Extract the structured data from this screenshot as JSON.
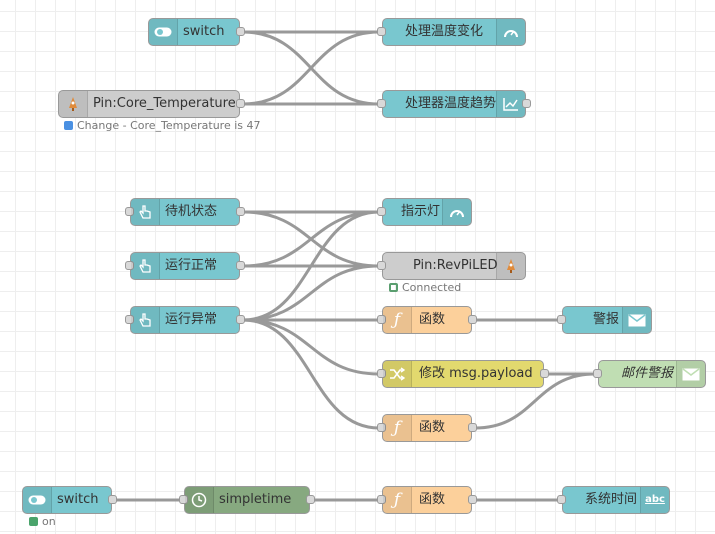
{
  "nodes": {
    "switch1": {
      "label": "switch",
      "icon": "toggle-icon"
    },
    "pin_core": {
      "label": "Pin:Core_Temperature",
      "icon": "pin-icon",
      "status": "Change - Core_Temperature is 47",
      "status_color": "#4a90e2"
    },
    "gauge_temp": {
      "label": "处理温度变化",
      "icon": "gauge-icon"
    },
    "chart_temp": {
      "label": "处理器温度趋势",
      "icon": "chart-icon"
    },
    "btn_standby": {
      "label": "待机状态",
      "icon": "hand-pointer-icon"
    },
    "btn_normal": {
      "label": "运行正常",
      "icon": "hand-pointer-icon"
    },
    "btn_abnormal": {
      "label": "运行异常",
      "icon": "hand-pointer-icon"
    },
    "gauge_led": {
      "label": "指示灯",
      "icon": "gauge-icon"
    },
    "pin_led": {
      "label": "Pin:RevPiLED",
      "icon": "pin-icon",
      "status": "Connected",
      "status_color": "#5a9e6f"
    },
    "fn1": {
      "label": "函数",
      "icon": "function-icon"
    },
    "alarm": {
      "label": "警报",
      "icon": "envelope-icon"
    },
    "change": {
      "label": "修改 msg.payload",
      "icon": "shuffle-icon"
    },
    "email": {
      "label": "邮件警报",
      "icon": "envelope-icon"
    },
    "fn2": {
      "label": "函数",
      "icon": "function-icon"
    },
    "switch2": {
      "label": "switch",
      "icon": "toggle-icon",
      "status": "on",
      "status_color": "#4aa36b"
    },
    "simpletime": {
      "label": "simpletime",
      "icon": "clock-icon"
    },
    "fn3": {
      "label": "函数",
      "icon": "function-icon"
    },
    "systime": {
      "label": "系统时间",
      "icon": "text-abc-icon"
    }
  },
  "wires": [
    [
      "switch1",
      "gauge_temp"
    ],
    [
      "switch1",
      "chart_temp"
    ],
    [
      "pin_core",
      "gauge_temp"
    ],
    [
      "pin_core",
      "chart_temp"
    ],
    [
      "btn_standby",
      "gauge_led"
    ],
    [
      "btn_standby",
      "pin_led"
    ],
    [
      "btn_normal",
      "gauge_led"
    ],
    [
      "btn_normal",
      "pin_led"
    ],
    [
      "btn_abnormal",
      "gauge_led"
    ],
    [
      "btn_abnormal",
      "pin_led"
    ],
    [
      "btn_abnormal",
      "fn1"
    ],
    [
      "btn_abnormal",
      "change"
    ],
    [
      "btn_abnormal",
      "fn2"
    ],
    [
      "fn1",
      "alarm"
    ],
    [
      "change",
      "email"
    ],
    [
      "fn2",
      "email"
    ],
    [
      "switch2",
      "simpletime"
    ],
    [
      "simpletime",
      "fn3"
    ],
    [
      "fn3",
      "systime"
    ]
  ]
}
